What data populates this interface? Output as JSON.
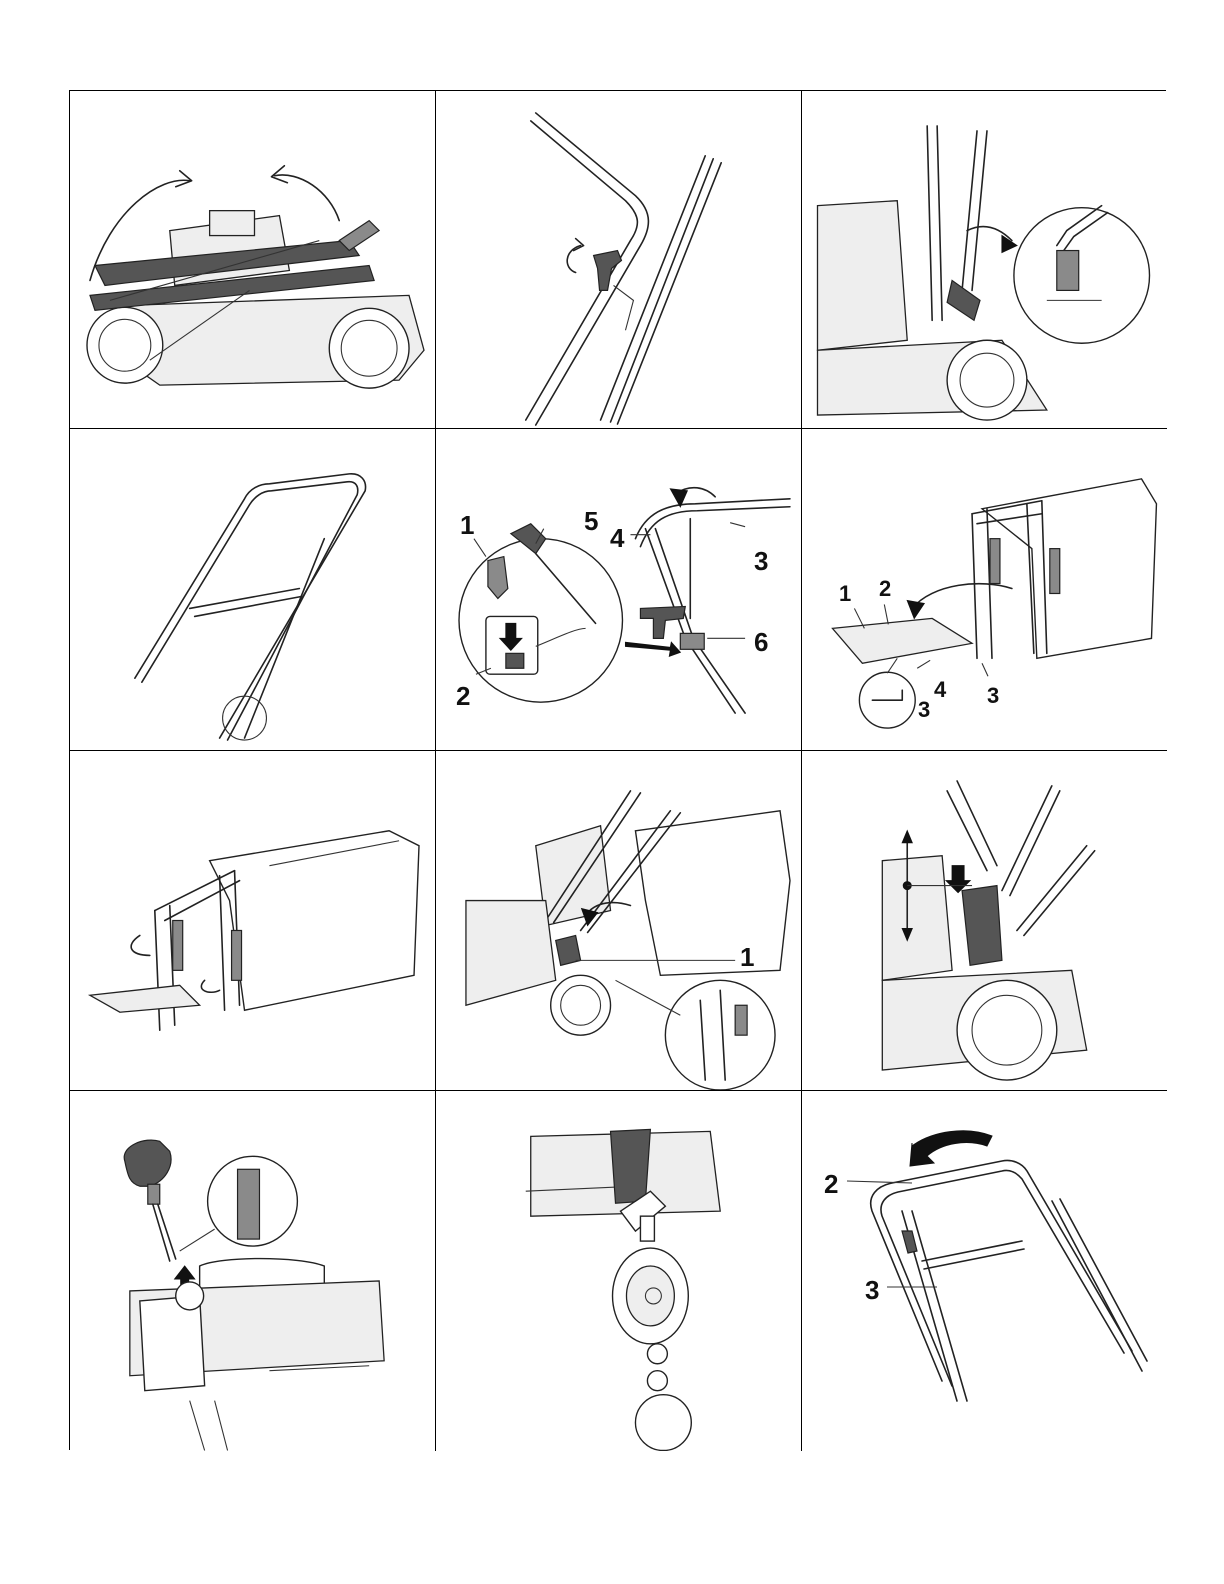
{
  "panels": [
    {
      "id": "p1",
      "labels": []
    },
    {
      "id": "p2",
      "labels": []
    },
    {
      "id": "p3",
      "labels": []
    },
    {
      "id": "p4",
      "labels": []
    },
    {
      "id": "p5",
      "labels": [
        "1",
        "5",
        "4",
        "3",
        "6",
        "2"
      ]
    },
    {
      "id": "p6",
      "labels": [
        "1",
        "2",
        "4",
        "3",
        "3"
      ]
    },
    {
      "id": "p7",
      "labels": []
    },
    {
      "id": "p8",
      "labels": [
        "1"
      ]
    },
    {
      "id": "p9",
      "labels": []
    },
    {
      "id": "p10",
      "labels": []
    },
    {
      "id": "p11",
      "labels": []
    },
    {
      "id": "p12",
      "labels": [
        "2",
        "3"
      ]
    }
  ],
  "icons": [
    "rotate-arrow-icon",
    "push-arrow-icon",
    "press-down-arrow-icon",
    "lift-up-arrow-icon",
    "double-arrow-height-icon"
  ]
}
